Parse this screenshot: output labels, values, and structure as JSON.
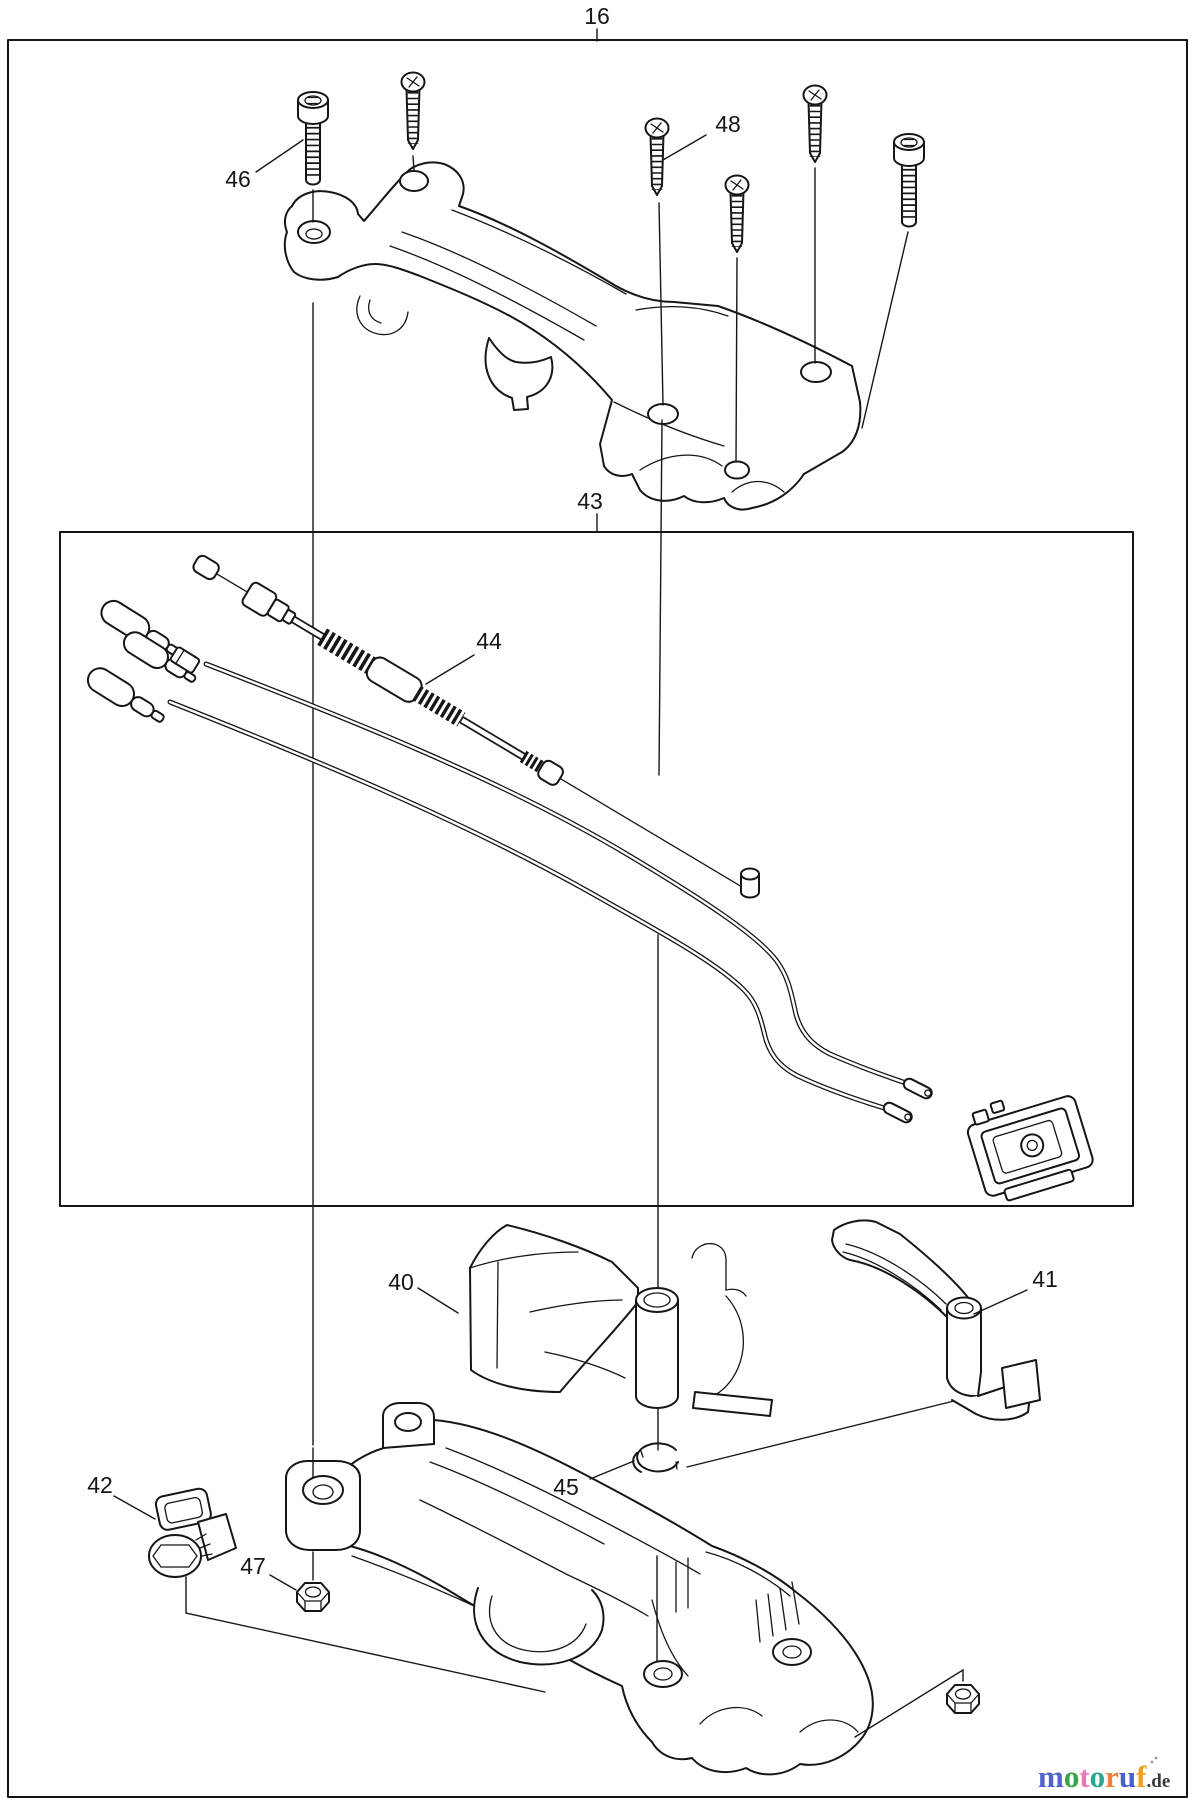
{
  "diagram": {
    "type": "exploded-parts-diagram",
    "figure_callout": "16",
    "assembly_box_callout": "43",
    "visible_callouts": [
      "16",
      "40",
      "41",
      "42",
      "43",
      "44",
      "45",
      "46",
      "47",
      "48"
    ]
  },
  "labels": {
    "n16": "16",
    "n40": "40",
    "n41": "41",
    "n42": "42",
    "n43": "43",
    "n44": "44",
    "n45": "45",
    "n46": "46",
    "n47": "47",
    "n48": "48"
  },
  "watermark": {
    "word": "motoruf",
    "suffix": ".de",
    "suffix_color": "#3a3a3a",
    "letters": [
      {
        "ch": "m",
        "color": "#4f63c9"
      },
      {
        "ch": "o",
        "color": "#3ba448"
      },
      {
        "ch": "t",
        "color": "#e979b5"
      },
      {
        "ch": "o",
        "color": "#2aa58f"
      },
      {
        "ch": "r",
        "color": "#f4803a"
      },
      {
        "ch": "u",
        "color": "#4a5fc8"
      },
      {
        "ch": "f",
        "color": "#f1a11f"
      }
    ]
  },
  "colors": {
    "ink": "#161616",
    "background": "#ffffff"
  }
}
